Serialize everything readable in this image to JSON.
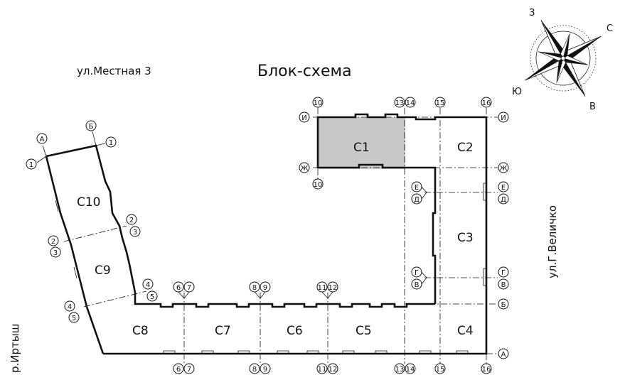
{
  "title": "Блок-схема",
  "streets": {
    "top_left": "ул.Местная 3",
    "right": "ул.Г.Величко",
    "left_river": "р.Иртыш"
  },
  "compass": {
    "north": "С",
    "south": "Ю",
    "east": "В",
    "west": "З"
  },
  "sections": [
    "С1",
    "С2",
    "С3",
    "С4",
    "С5",
    "С6",
    "С7",
    "С8",
    "С9",
    "С10"
  ],
  "highlighted_section": "С1",
  "axes": {
    "top": [
      "10",
      "13",
      "14",
      "15",
      "16"
    ],
    "bottom": [
      "6",
      "7",
      "8",
      "9",
      "11",
      "12",
      "13",
      "14",
      "15",
      "16"
    ],
    "middle": [
      "6",
      "7",
      "8",
      "9",
      "11",
      "12"
    ],
    "right": [
      "И",
      "Ж",
      "Е",
      "Д",
      "Г",
      "В",
      "Б",
      "А"
    ],
    "inner_right": [
      "Е",
      "Д",
      "Г",
      "В"
    ],
    "left_block_numbers": [
      "1",
      "2",
      "3",
      "4",
      "5"
    ],
    "left_block_letters": [
      "А",
      "Б"
    ],
    "c1_letters": [
      "И",
      "Ж"
    ],
    "c1_bottom": "10"
  },
  "colors": {
    "highlight": "#c8c8c8",
    "line": "#111111"
  }
}
